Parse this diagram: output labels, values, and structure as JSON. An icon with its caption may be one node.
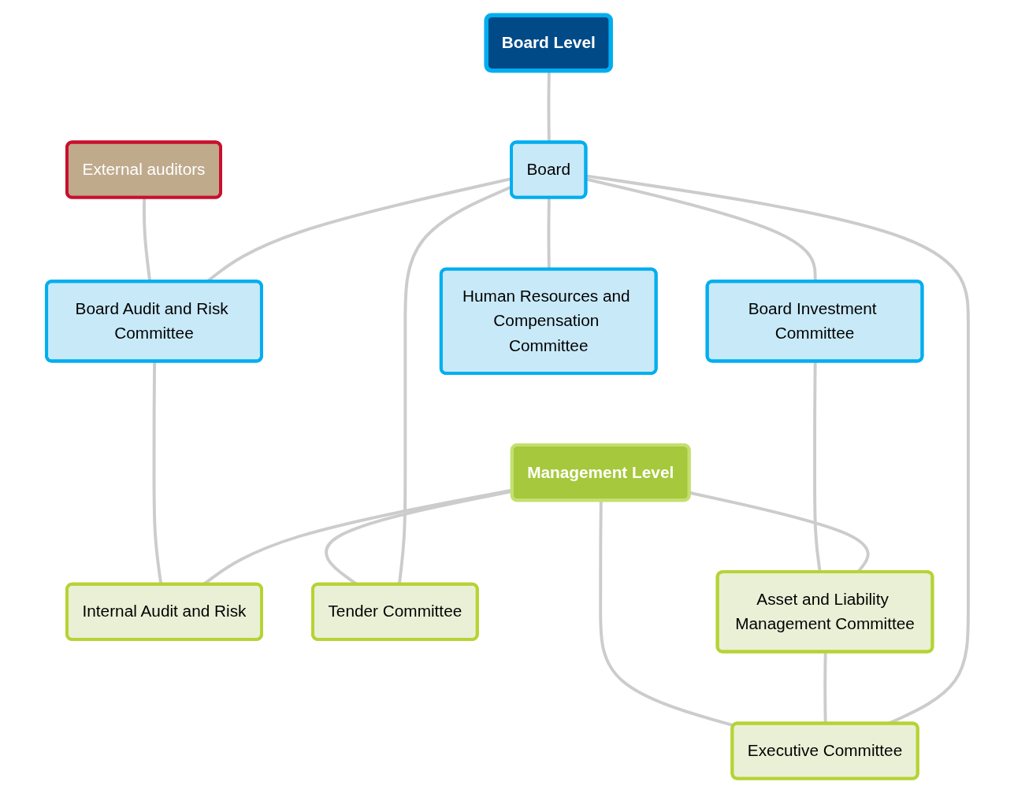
{
  "diagram": {
    "nodes": [
      {
        "text": [
          "Board Level"
        ]
      },
      {
        "text": [
          "Board"
        ]
      },
      {
        "text": [
          "External auditors"
        ]
      },
      {
        "text": [
          "Board Audit and Risk Committee"
        ]
      },
      {
        "text": [
          "Board Investment Committee"
        ]
      },
      {
        "text": [
          "Human Resources and Compensation Committee"
        ]
      },
      {
        "text": [
          "Management Level"
        ]
      },
      {
        "text": [
          "Internal Audit and Risk"
        ]
      },
      {
        "text": [
          "Tender Committee"
        ]
      },
      {
        "text": [
          "Asset and Liability Management Committee"
        ]
      },
      {
        "text": [
          "Executive Committee"
        ]
      }
    ],
    "edges": [
      {
        "from": 0,
        "to": 1,
        "arrow": "none"
      },
      {
        "from": 2,
        "to": 3,
        "arrow": "none"
      },
      {
        "from": 1,
        "to": 3,
        "arrow": "none"
      },
      {
        "from": 1,
        "to": 4,
        "arrow": "none"
      },
      {
        "from": 1,
        "to": 5,
        "arrow": "none"
      },
      {
        "from": 3,
        "to": 7,
        "arrow": "none"
      },
      {
        "from": 6,
        "to": 7,
        "arrow": "none"
      },
      {
        "from": 6,
        "to": 8,
        "arrow": "none"
      },
      {
        "from": 4,
        "to": 9,
        "arrow": "none"
      },
      {
        "from": 6,
        "to": 9,
        "arrow": "none"
      },
      {
        "from": 6,
        "to": 10,
        "arrow": "none"
      },
      {
        "from": 9,
        "to": 10,
        "arrow": "none"
      },
      {
        "from": 1,
        "to": 8,
        "arrow": "none"
      },
      {
        "from": 1,
        "to": 10,
        "arrow": "none"
      }
    ]
  }
}
